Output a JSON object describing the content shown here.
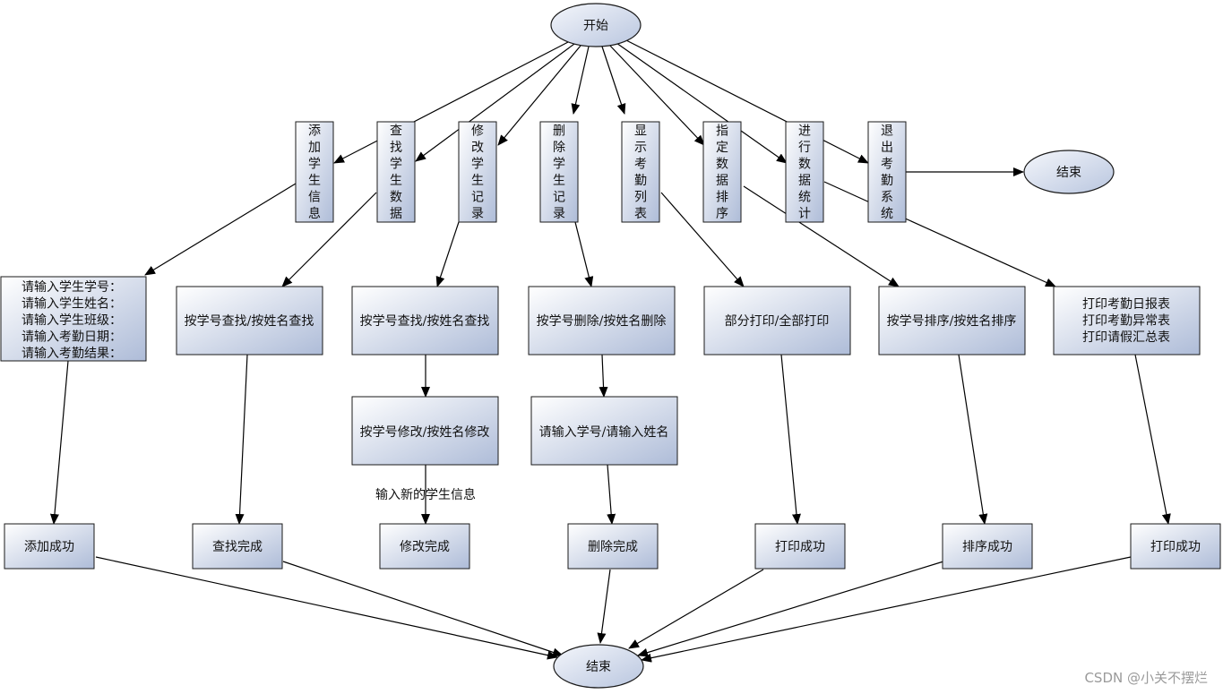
{
  "nodes": {
    "start": "开始",
    "end_right": "结束",
    "end_bottom": "结束",
    "menu": [
      "添加学生信息",
      "查找学生数据",
      "修改学生记录",
      "删除学生记录",
      "显示考勤列表",
      "指定数据排序",
      "进行数据统计",
      "退出考勤系统"
    ],
    "add_prompt": [
      "请输入学生学号：",
      "请输入学生姓名：",
      "请输入学生班级：",
      "请输入考勤日期：",
      "请输入考勤结果："
    ],
    "find_mode": "按学号查找/按姓名查找",
    "modify_find": "按学号查找/按姓名查找",
    "modify_mode": "按学号修改/按姓名修改",
    "modify_hint": "输入新的学生信息",
    "delete_mode": "按学号删除/按姓名删除",
    "delete_input": "请输入学号/请输入姓名",
    "print_mode": "部分打印/全部打印",
    "sort_mode": "按学号排序/按姓名排序",
    "stats_options": [
      "打印考勤日报表",
      "打印考勤异常表",
      "打印请假汇总表"
    ],
    "results": [
      "添加成功",
      "查找完成",
      "修改完成",
      "删除完成",
      "打印成功",
      "排序成功",
      "打印成功"
    ]
  },
  "watermark": "CSDN @小关不摆烂",
  "colors": {
    "box_light": "#ffffff",
    "box_dark": "#aebcd8",
    "stroke": "#1a1a1a"
  }
}
